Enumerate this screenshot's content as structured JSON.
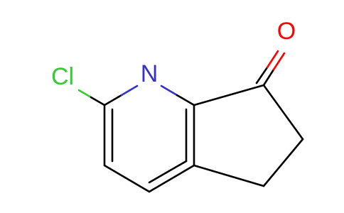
{
  "molecule": {
    "atoms": {
      "chlorine": {
        "symbol": "Cl",
        "color": "#33cc33"
      },
      "nitrogen": {
        "symbol": "N",
        "color": "#3333cc"
      },
      "oxygen": {
        "symbol": "O",
        "color": "#ff0000"
      }
    },
    "bond_color": "#000000"
  }
}
